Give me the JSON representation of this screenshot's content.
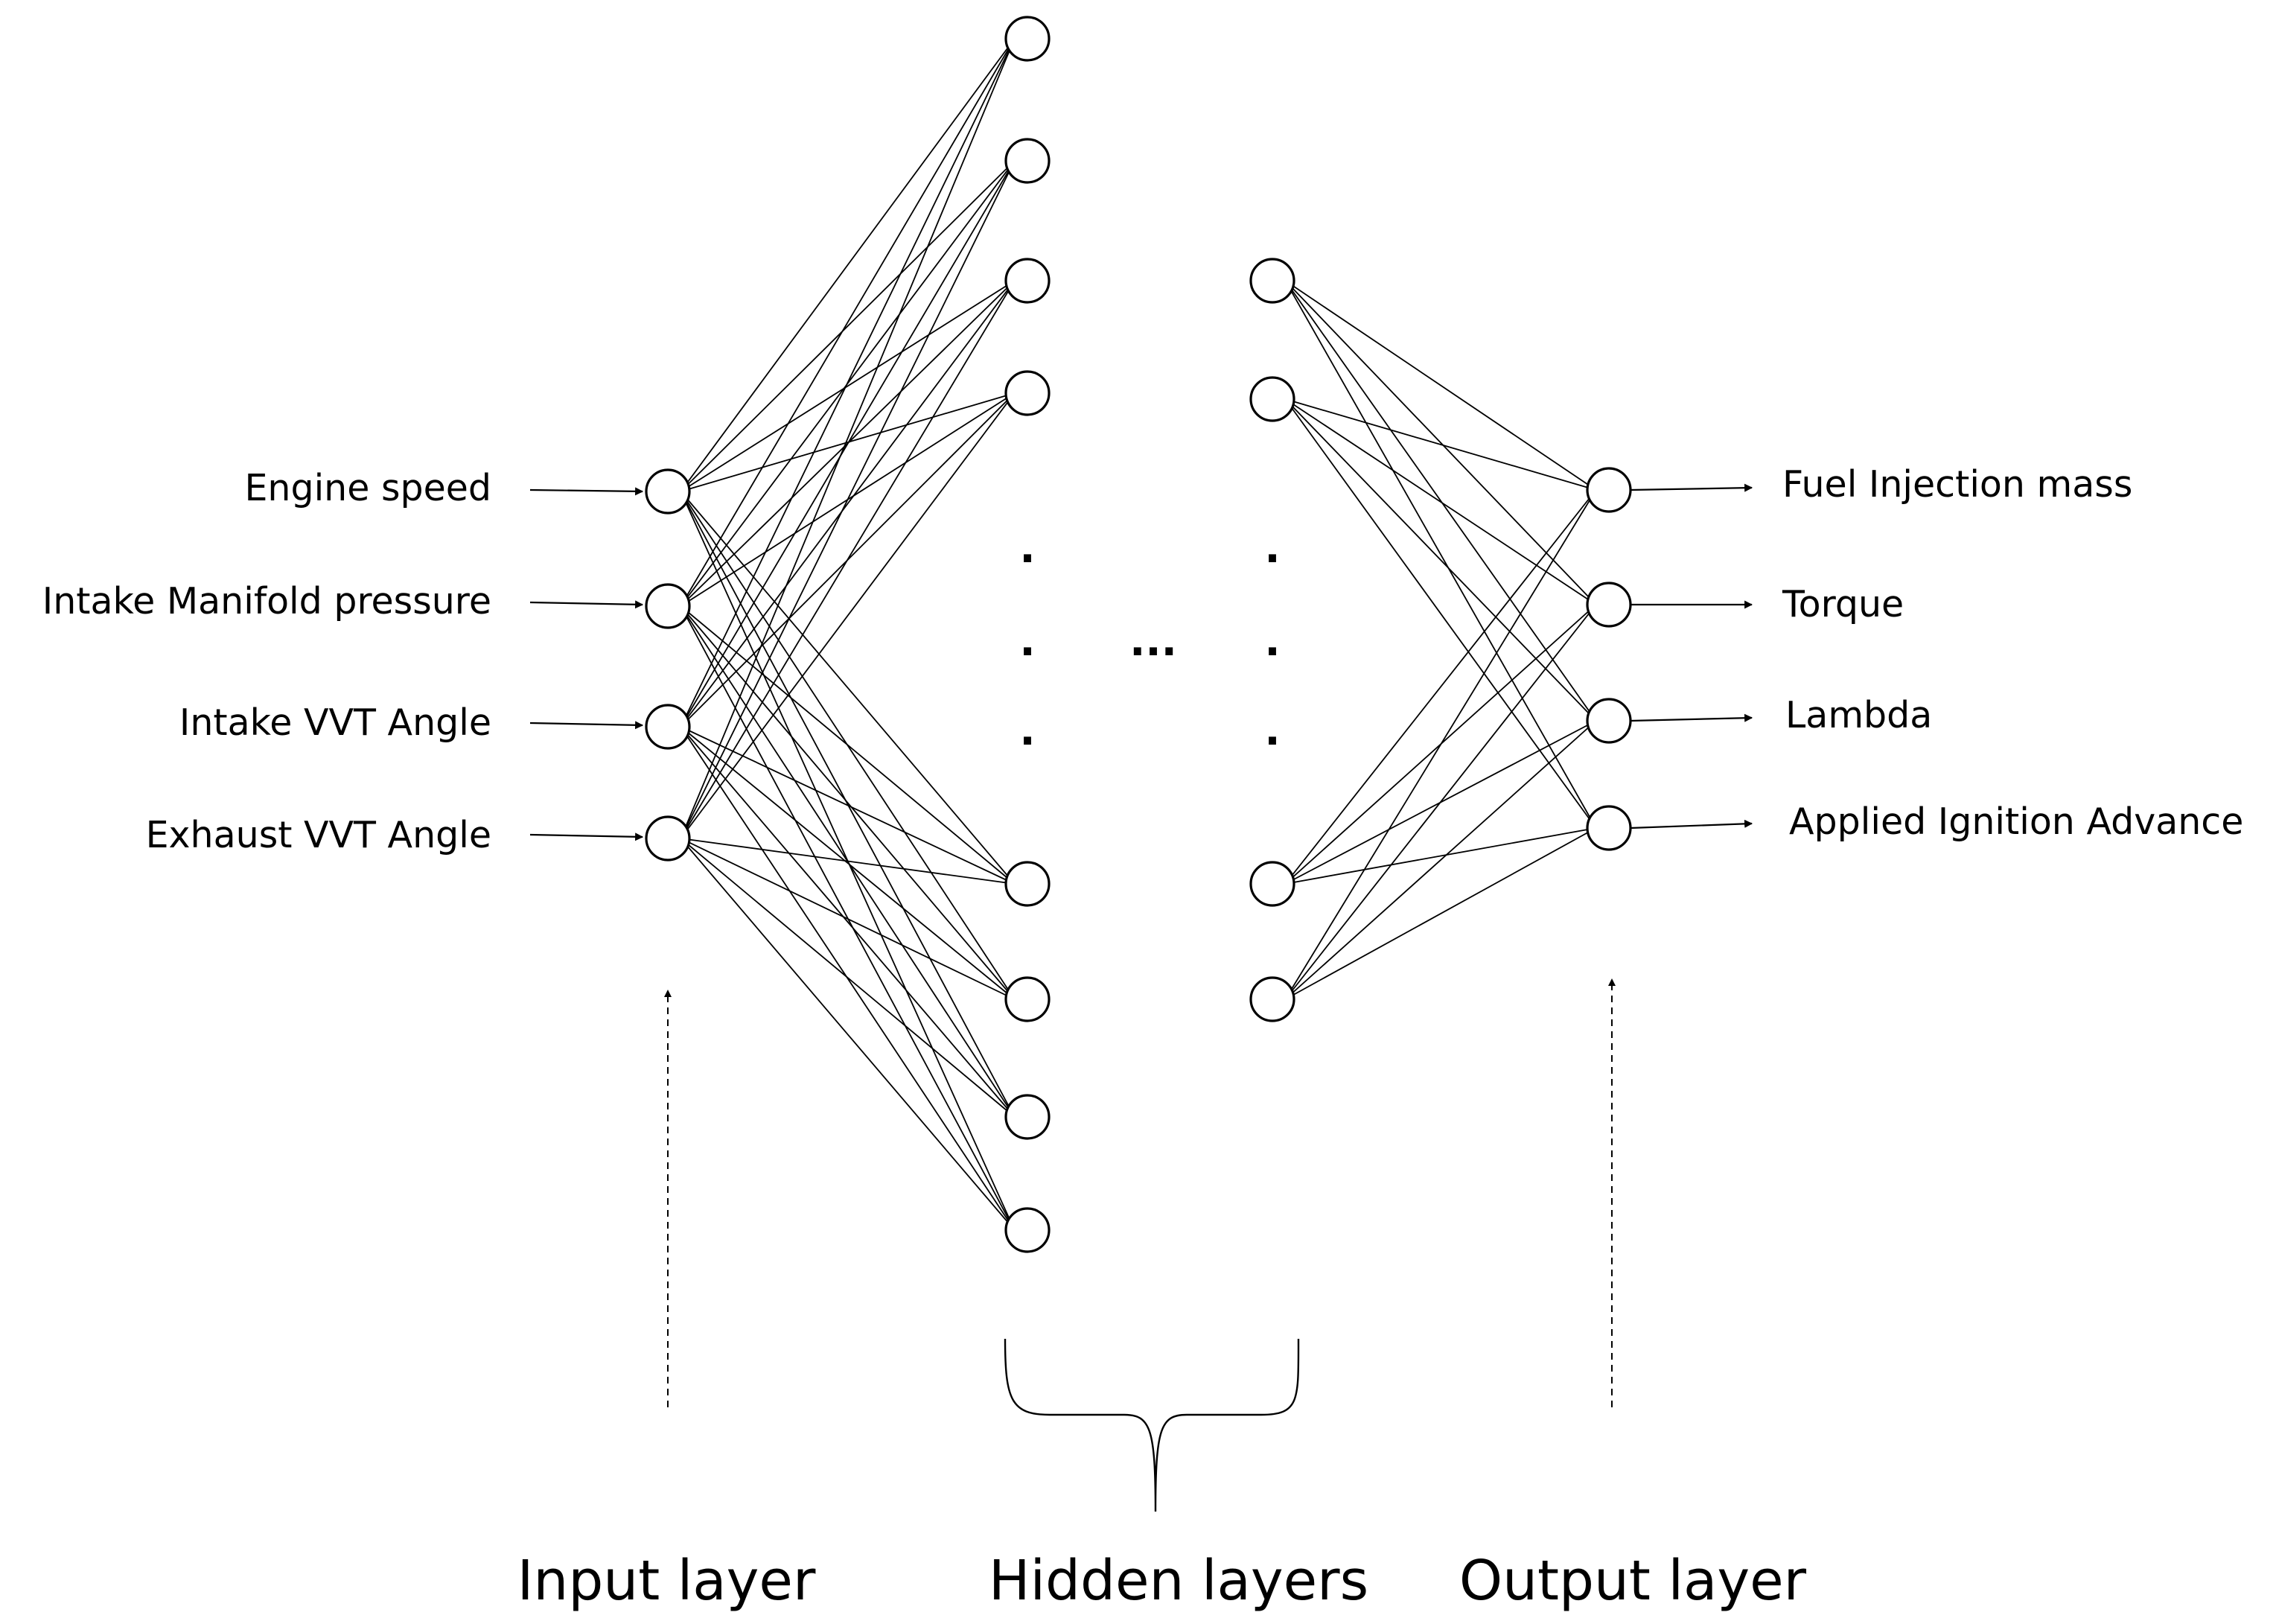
{
  "inputs": [
    "Engine speed",
    "Intake Manifold pressure",
    "Intake VVT  Angle",
    "Exhaust VVT  Angle"
  ],
  "outputs": [
    "Fuel Injection mass",
    "Torque",
    "Lambda",
    "Applied Ignition Advance"
  ],
  "layers": {
    "input": "Input layer",
    "hidden": "Hidden layers",
    "output": "Output layer"
  },
  "ellipsis": {
    "between_hidden": "...",
    "vertical_dot": "."
  }
}
